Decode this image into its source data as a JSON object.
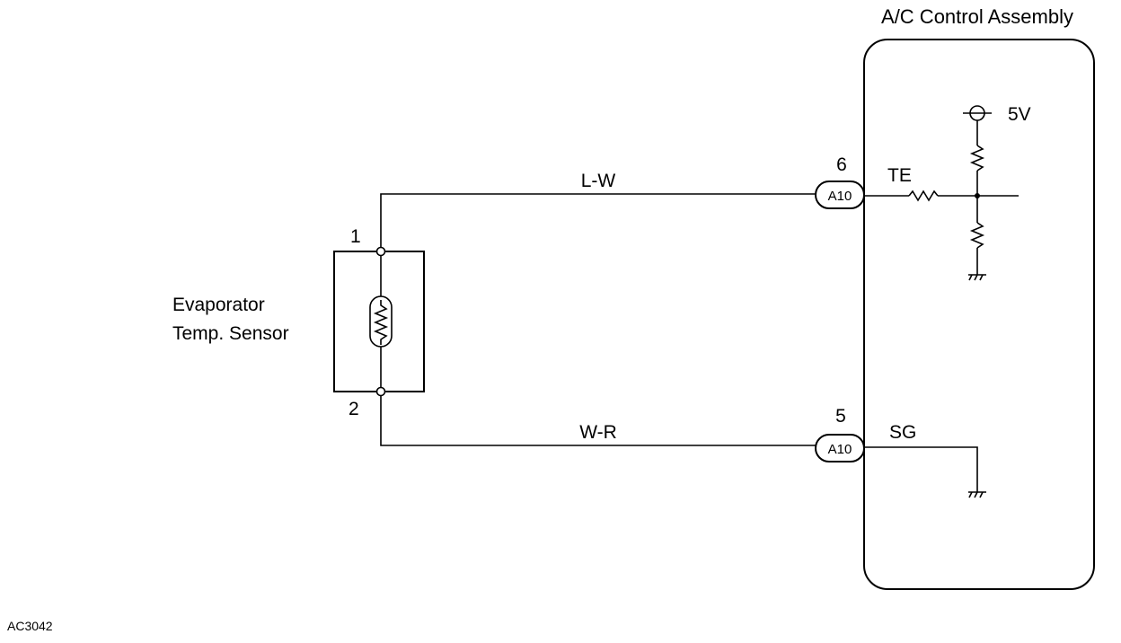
{
  "title": "A/C Control Assembly",
  "figure_id": "AC3042",
  "sensor": {
    "label_line1": "Evaporator",
    "label_line2": "Temp. Sensor",
    "pin_top": "1",
    "pin_bottom": "2"
  },
  "wires": {
    "top": "L-W",
    "bottom": "W-R"
  },
  "connectors": {
    "top": {
      "label": "A10",
      "pin": "6"
    },
    "bottom": {
      "label": "A10",
      "pin": "5"
    }
  },
  "terminals": {
    "te": "TE",
    "sg": "SG"
  },
  "supply": "5V"
}
